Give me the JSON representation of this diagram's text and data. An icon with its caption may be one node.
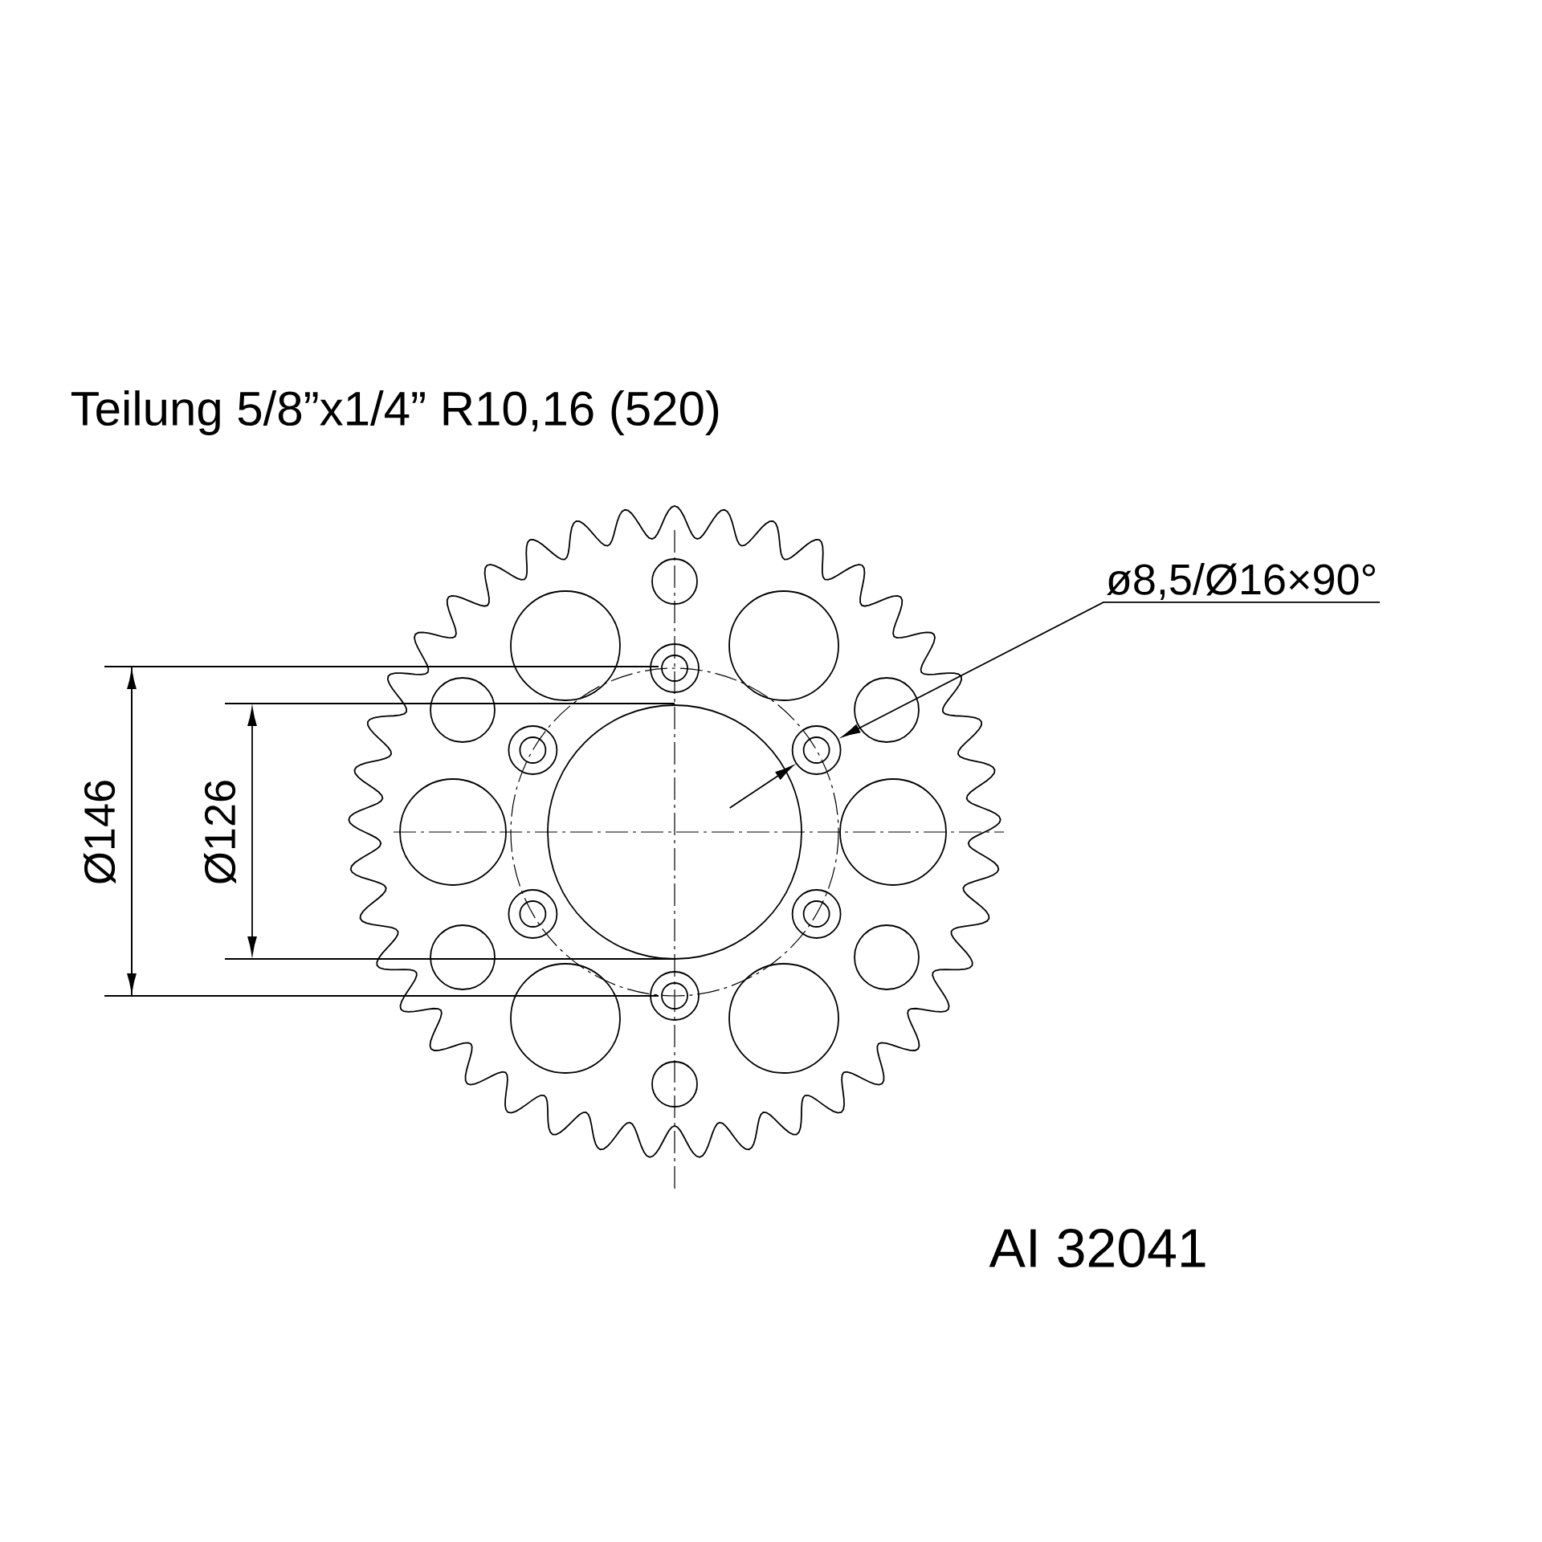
{
  "diagram": {
    "title": "Teilung 5/8”x1/4” R10,16   (520)",
    "nodes": [
      {
        "text": [
          "ø8,5/Ø16×90°"
        ]
      },
      {
        "text": [],
        "shape": "circle"
      }
    ],
    "edges": [
      {
        "from": 0,
        "to": 1,
        "arrow": "to"
      },
      {
        "from": null,
        "to": 1,
        "arrow": "to"
      }
    ],
    "labels": [
      "Ø146",
      "Ø126",
      "AI 32041"
    ]
  }
}
